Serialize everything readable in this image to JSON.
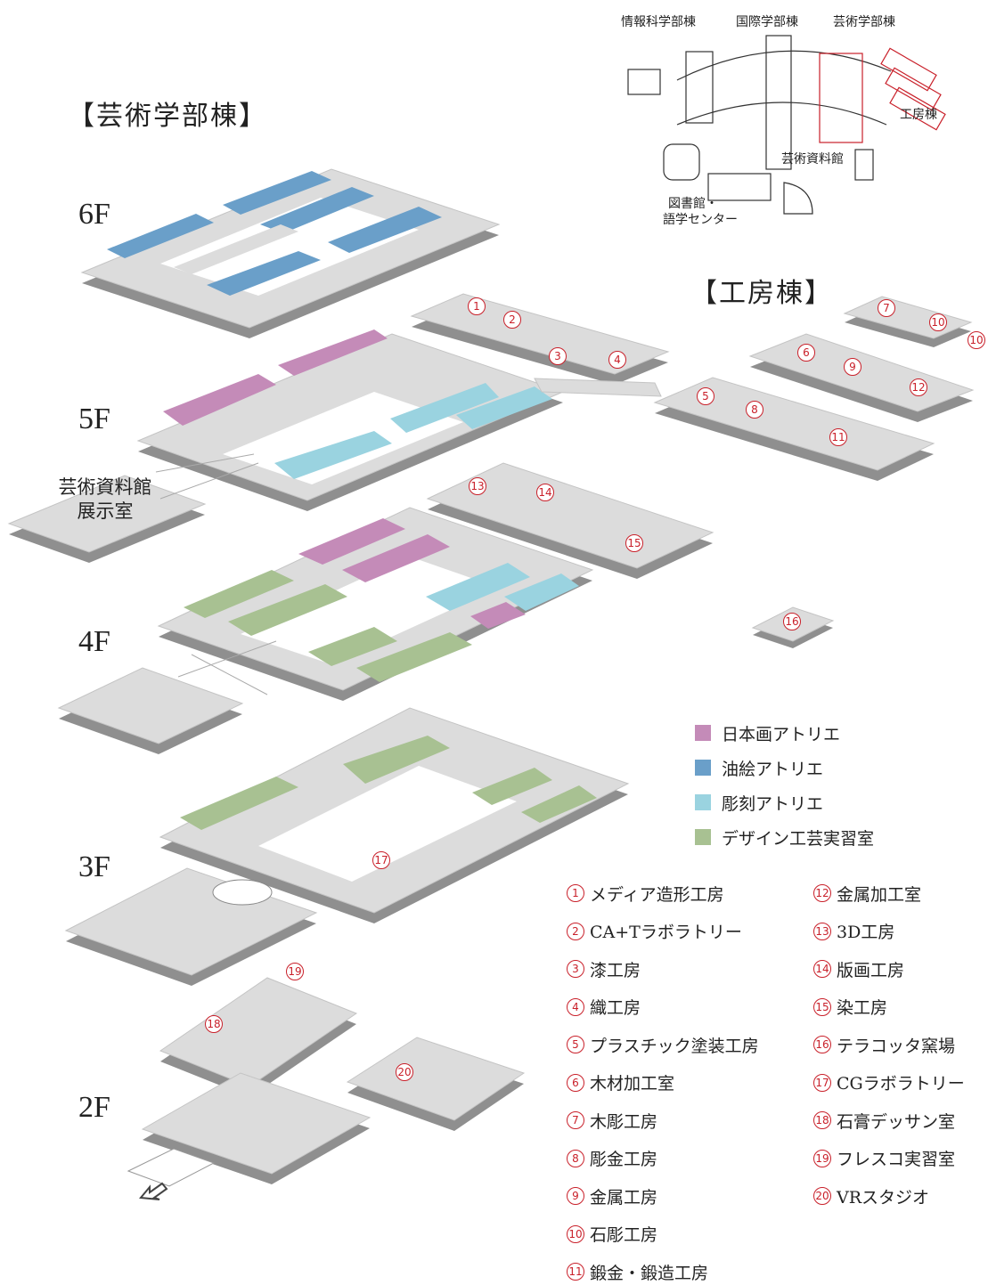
{
  "titles": {
    "art_building": "【芸術学部棟】",
    "workshop_building": "【工房棟】"
  },
  "floors": [
    "6F",
    "5F",
    "4F",
    "3F",
    "2F"
  ],
  "exhibit_label": {
    "line1": "芸術資料館",
    "line2": "展示室"
  },
  "campus_map": {
    "top_labels": [
      "情報科学部棟",
      "国際学部棟",
      "芸術学部棟"
    ],
    "workshop": "工房棟",
    "archive": "芸術資料館",
    "library_line1": "図書館・",
    "library_line2": "語学センター"
  },
  "legend": [
    {
      "label": "日本画アトリエ",
      "color": "#c48bb8"
    },
    {
      "label": "油絵アトリエ",
      "color": "#6a9fc9"
    },
    {
      "label": "彫刻アトリエ",
      "color": "#9ad3e0"
    },
    {
      "label": "デザイン工芸実習室",
      "color": "#a8c192"
    }
  ],
  "rooms_left": [
    {
      "num": "1",
      "name": "メディア造形工房"
    },
    {
      "num": "2",
      "name": "CA+Tラボラトリー"
    },
    {
      "num": "3",
      "name": "漆工房"
    },
    {
      "num": "4",
      "name": "織工房"
    },
    {
      "num": "5",
      "name": "プラスチック塗装工房"
    },
    {
      "num": "6",
      "name": "木材加工室"
    },
    {
      "num": "7",
      "name": "木彫工房"
    },
    {
      "num": "8",
      "name": "彫金工房"
    },
    {
      "num": "9",
      "name": "金属工房"
    },
    {
      "num": "10",
      "name": "石彫工房"
    },
    {
      "num": "11",
      "name": "鍛金・鍛造工房"
    }
  ],
  "rooms_right": [
    {
      "num": "12",
      "name": "金属加工室"
    },
    {
      "num": "13",
      "name": "3D工房"
    },
    {
      "num": "14",
      "name": "版画工房"
    },
    {
      "num": "15",
      "name": "染工房"
    },
    {
      "num": "16",
      "name": "テラコッタ窯場"
    },
    {
      "num": "17",
      "name": "CGラボラトリー"
    },
    {
      "num": "18",
      "name": "石膏デッサン室"
    },
    {
      "num": "19",
      "name": "フレスコ実習室"
    },
    {
      "num": "20",
      "name": "VRスタジオ"
    }
  ],
  "map_numbers": [
    "1",
    "2",
    "3",
    "4",
    "5",
    "6",
    "7",
    "8",
    "9",
    "10",
    "10",
    "11",
    "12",
    "13",
    "14",
    "15",
    "16",
    "17",
    "18",
    "19",
    "20"
  ],
  "colors": {
    "floor": "#dcdcdc",
    "floor_shadow": "#9a9a9a",
    "wall": "#f2f2f2",
    "marker": "#c9202a"
  }
}
